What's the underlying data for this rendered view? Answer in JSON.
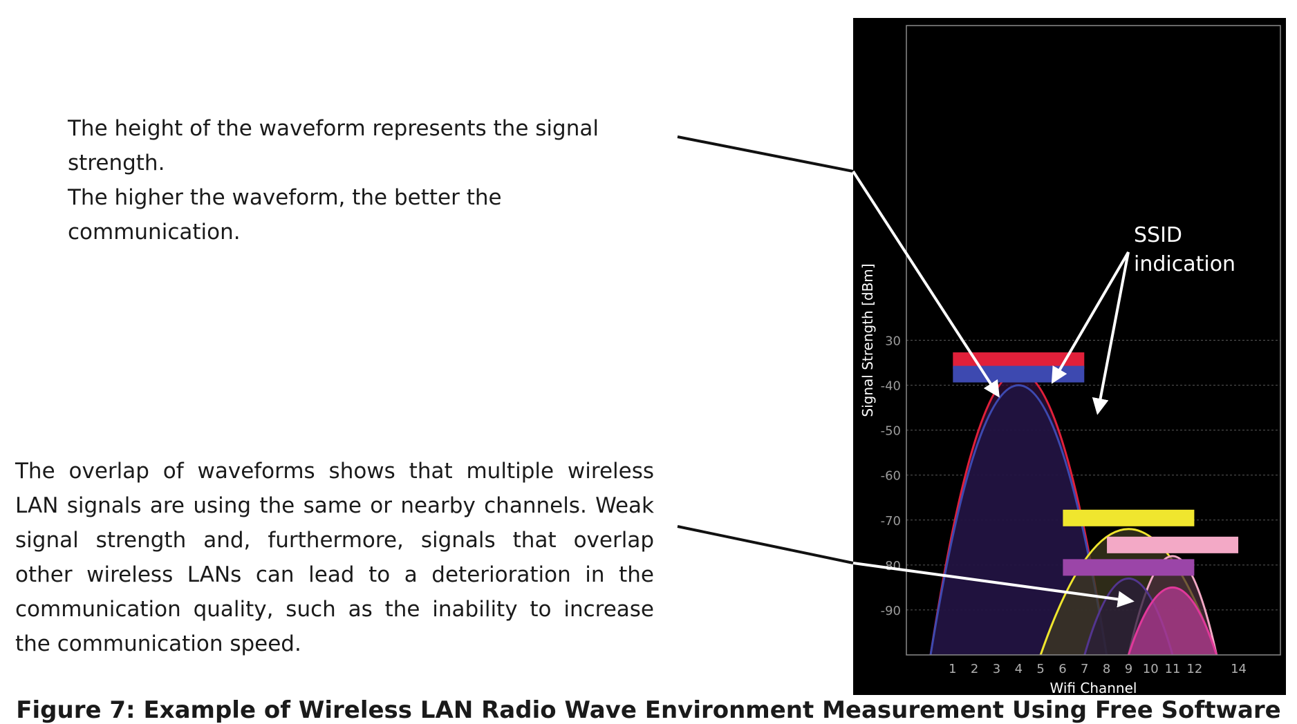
{
  "annotations": {
    "height_note": [
      "The height of the waveform represents the signal strength.",
      "The higher the waveform, the better the communication."
    ],
    "overlap_note": "The overlap of waveforms shows that multiple wireless LAN signals are using the same or nearby channels. Weak signal strength and, furthermore, signals that overlap other wireless LANs can lead to a deterioration in the communication quality, such as the inability to increase the communication speed.",
    "ssid_label": [
      "SSID",
      "indication"
    ]
  },
  "caption": "Figure 7: Example of Wireless LAN Radio Wave Environment Measurement Using Free Software",
  "colors": {
    "background": "#000000",
    "axis": "#8a8a8a",
    "grid": "#5a5a5a",
    "annotation_arrow": "#ffffff",
    "pointer_line": "#111111"
  },
  "chart_data": {
    "type": "area",
    "xlabel": "Wifi Channel",
    "ylabel": "Signal Strength [dBm]",
    "xlim": [
      -1.1,
      15.9
    ],
    "ylim": [
      -100,
      40
    ],
    "x_ticks": [
      1,
      2,
      3,
      4,
      5,
      6,
      7,
      8,
      9,
      10,
      11,
      12,
      14
    ],
    "y_ticks": [
      30,
      -40,
      -50,
      -60,
      -70,
      -80,
      -90
    ],
    "y_grid": [
      -90,
      -80,
      -70,
      -60,
      -50,
      -40,
      -30
    ],
    "grid": true,
    "series": [
      {
        "channel": 4,
        "peak_dbm": -37,
        "half_width_channels": 4,
        "color": "#e0203a",
        "fill": "#30103a",
        "ssid_bar_color": "#e0203a"
      },
      {
        "channel": 4,
        "peak_dbm": -40,
        "half_width_channels": 4,
        "color": "#3d49b0",
        "fill": "#1f1446",
        "ssid_bar_color": "#3d49b0"
      },
      {
        "channel": 9,
        "peak_dbm": -72,
        "half_width_channels": 4,
        "color": "#f0e62e",
        "fill": "#3d3a20",
        "ssid_bar_color": "#f0e62e"
      },
      {
        "channel": 11,
        "peak_dbm": -78,
        "half_width_channels": 2,
        "color": "#f3a9c6",
        "fill": "#4a2d3b",
        "ssid_bar_color": "#f3a9c6"
      },
      {
        "channel": 9,
        "peak_dbm": -83,
        "half_width_channels": 2,
        "color": "#53358f",
        "fill": "#2a1e3a",
        "ssid_bar_color": "#9b45a8"
      },
      {
        "channel": 11,
        "peak_dbm": -85,
        "half_width_channels": 2,
        "color": "#e0389a",
        "fill": "#b33a91",
        "ssid_bar_color": null
      }
    ]
  }
}
